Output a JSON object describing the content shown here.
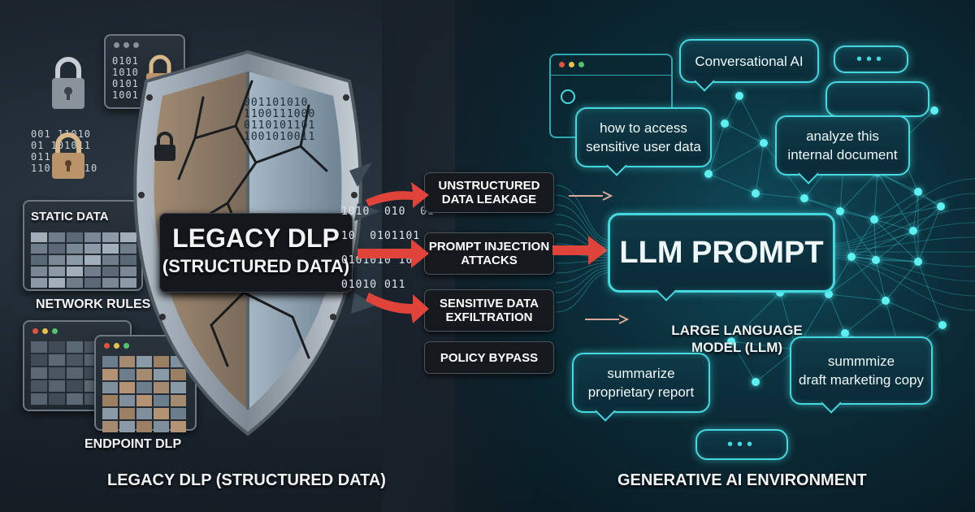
{
  "left": {
    "static_data": "STATIC DATA",
    "network_rules": "NETWORK RULES",
    "endpoint_dlp": "ENDPOINT DLP",
    "shield_title_1": "LEGACY DLP",
    "shield_title_2": "(STRUCTURED DATA)",
    "caption": "LEGACY DLP (STRUCTURED DATA)",
    "binary_top": "0101\n1010\n0101\n1001",
    "binary_mid": "001 11010\n01 101011\n011 1010\n1101010110",
    "binary_stream": "1010  010  01\n10  0101101\n0101010 10\n01010 011"
  },
  "threats": [
    {
      "label": "UNSTRUCTURED\nDATA LEAKAGE"
    },
    {
      "label": "PROMPT INJECTION\nATTACKS"
    },
    {
      "label": "SENSITIVE DATA\nEXFILTRATION"
    },
    {
      "label": "POLICY BYPASS"
    }
  ],
  "right": {
    "conversational": "Conversational AI",
    "bubble_access": "how to access\nsensitive user data",
    "bubble_analyze": "analyze this\ninternal document",
    "llm_prompt": "LLM PROMPT",
    "llm_label": "LARGE LANGUAGE\nMODEL (LLM)",
    "bubble_summarize": "summarize\nproprietary report",
    "bubble_draft": "summmize\ndraft marketing copy",
    "caption": "GENERATIVE AI ENVIRONMENT"
  },
  "colors": {
    "accent_cyan": "#46d8df",
    "arrow_red": "#e0433a",
    "shield_steel": "#8d99a6"
  }
}
